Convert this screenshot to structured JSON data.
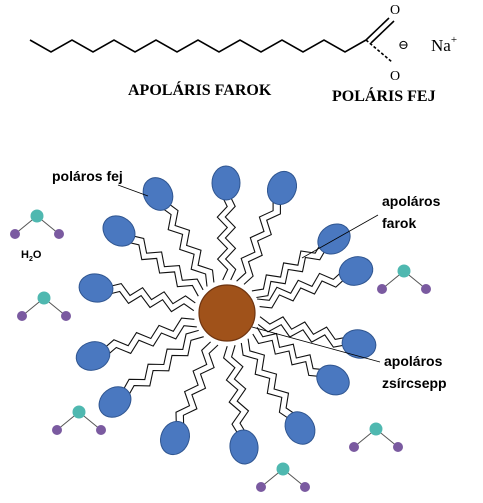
{
  "structure": {
    "atom_o": "O",
    "charge_minus": "⊖",
    "counter_ion": "Na",
    "counter_ion_charge": "+",
    "tail_label": "APOLÁRIS FAROK",
    "head_label": "POLÁRIS FEJ"
  },
  "micelle": {
    "label_polar_head": "poláros fej",
    "label_apolar_tail_line1": "apoláros",
    "label_apolar_tail_line2": "farok",
    "label_droplet_line1": "apoláros",
    "label_droplet_line2": "zsírcsepp",
    "water_symbol": "H",
    "water_subscript": "2",
    "water_o": "O"
  },
  "colors": {
    "head_fill": "#4a78c0",
    "head_stroke": "#2f5590",
    "droplet_fill": "#a0521a",
    "droplet_stroke": "#6e3410",
    "water_oxygen": "#4fb8b0",
    "water_hydrogen": "#7a5aa0",
    "ink": "#000000"
  }
}
